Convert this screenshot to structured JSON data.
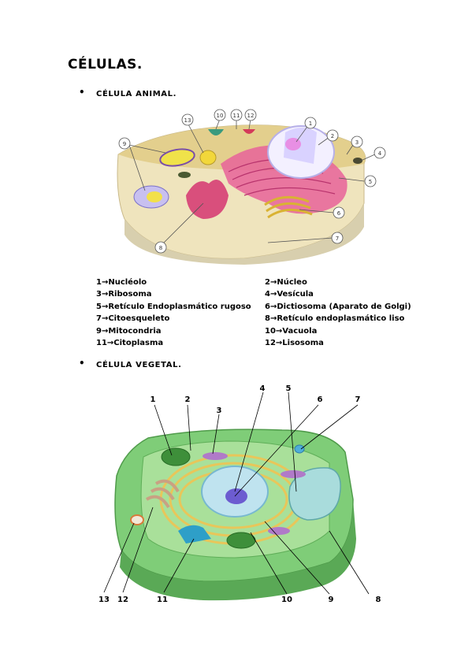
{
  "page_title": "CÉLULAS.",
  "animal": {
    "heading": "CÉLULA ANIMAL.",
    "callouts": [
      "1",
      "2",
      "3",
      "4",
      "5",
      "6",
      "7",
      "8",
      "9",
      "10",
      "11",
      "12",
      "13"
    ],
    "legend_left": [
      "1→Nucléolo",
      "3→Ribosoma",
      "5→Retículo Endoplasmático rugoso",
      "7→Citoesqueleto",
      "9→Mitocondria",
      "11→Citoplasma"
    ],
    "legend_right": [
      "2→Núcleo",
      "4→Vesícula",
      "6→Dictiosoma (Aparato de Golgi)",
      "8→Retículo endoplasmático liso",
      "10→Vacuola",
      "12→Lisosoma"
    ]
  },
  "vegetal": {
    "heading": "CÉLULA VEGETAL.",
    "labels_top": [
      "1",
      "2",
      "3",
      "4",
      "5",
      "6",
      "7"
    ],
    "labels_bottom": [
      "13",
      "12",
      "11",
      "10",
      "9",
      "8"
    ]
  },
  "colors": {
    "cytoplasm": "#ede0b8",
    "plant_wall": "#7cc576",
    "er_pink": "#e2508f",
    "golgi": "#e6c24a",
    "nucleus_purple": "#7a6fd6",
    "vacuole": "#9fd8d8"
  }
}
